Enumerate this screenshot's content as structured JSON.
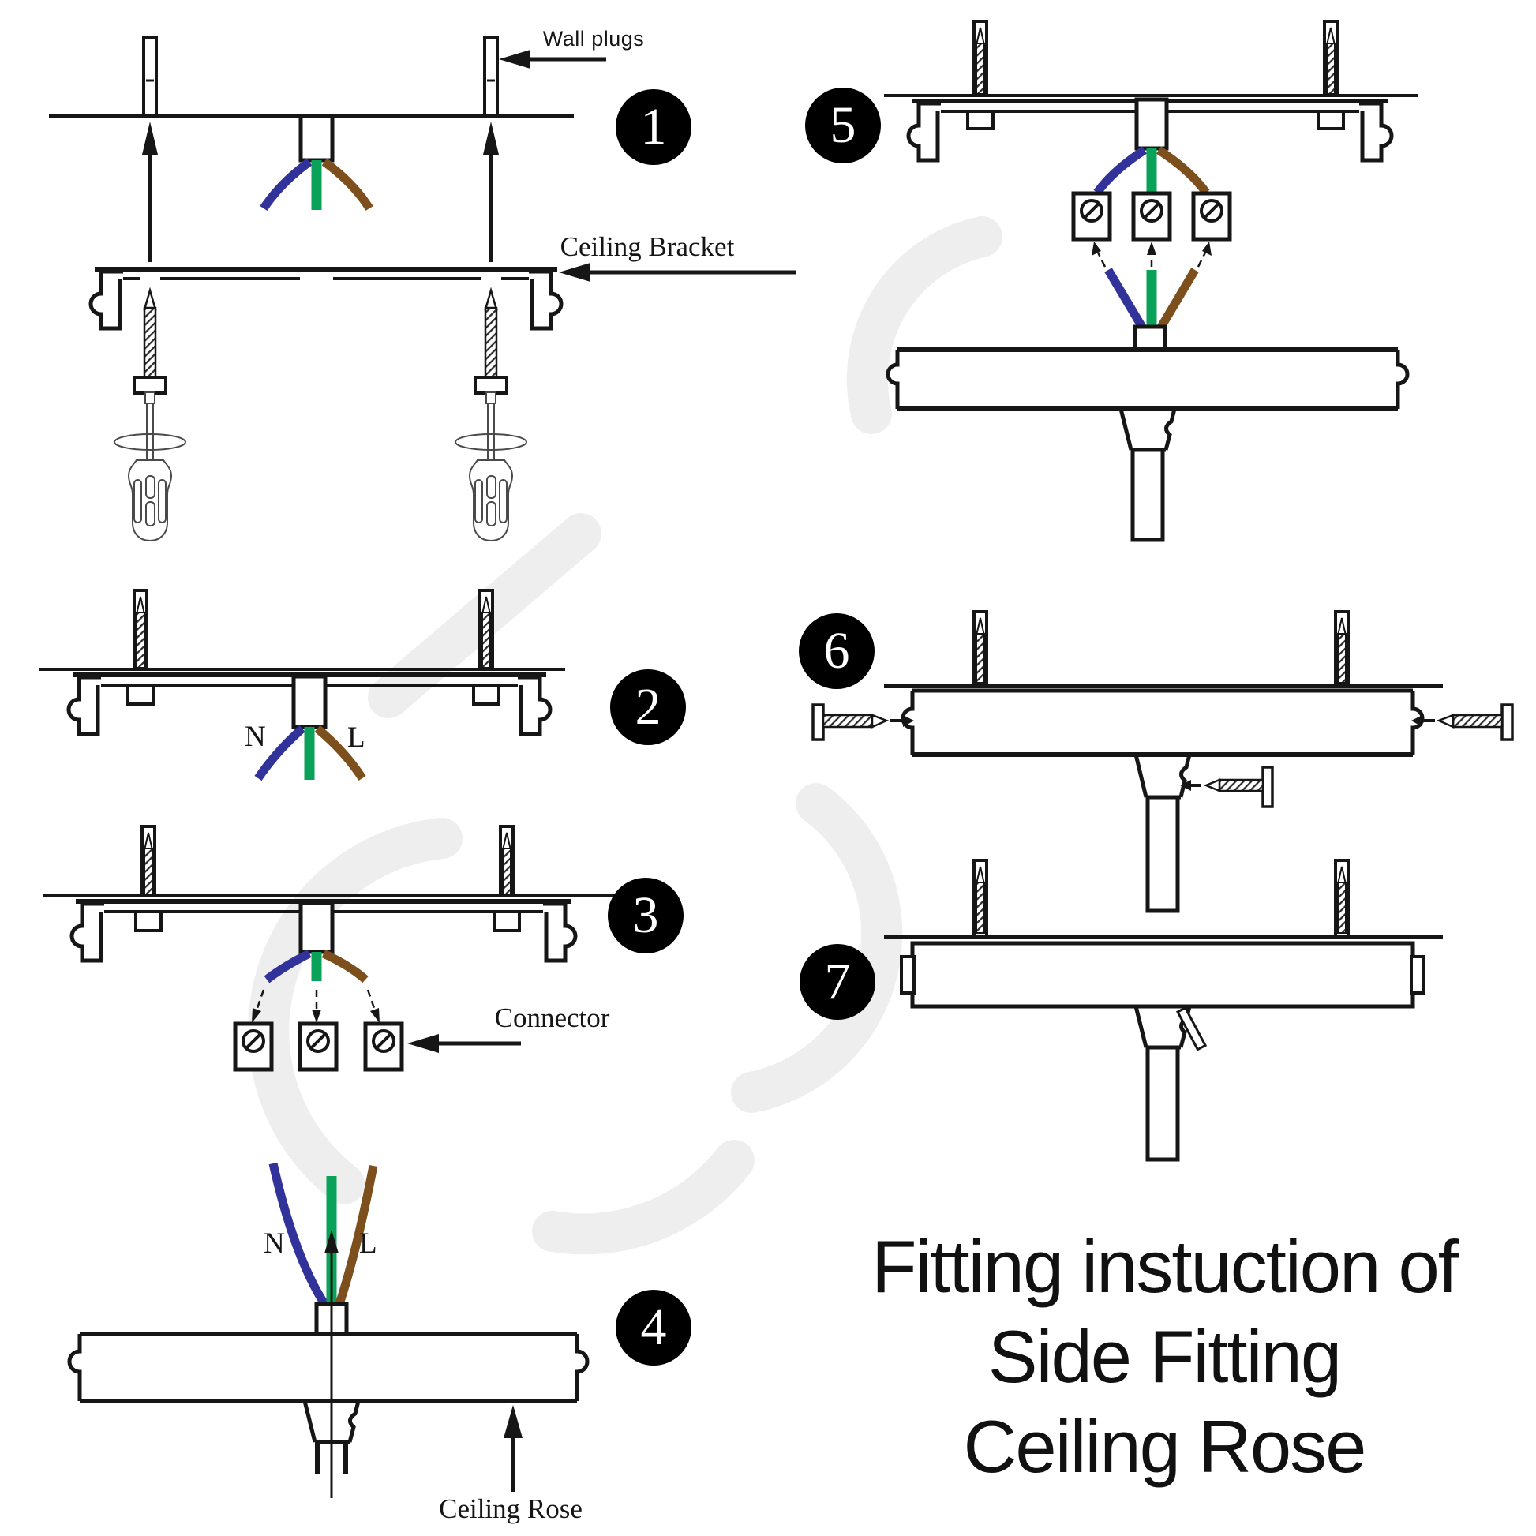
{
  "title": {
    "line1": "Fitting instuction of",
    "line2": "Side Fitting",
    "line3": "Ceiling Rose"
  },
  "annotations": {
    "wall_plugs": "Wall plugs",
    "ceiling_bracket": "Ceiling Bracket",
    "connector": "Connector",
    "ceiling_rose": "Ceiling Rose"
  },
  "wire_labels": {
    "neutral": "N",
    "live": "L"
  },
  "steps": [
    {
      "number": "1"
    },
    {
      "number": "2"
    },
    {
      "number": "3"
    },
    {
      "number": "4"
    },
    {
      "number": "5"
    },
    {
      "number": "6"
    },
    {
      "number": "7"
    }
  ],
  "colors": {
    "ink": "#161616",
    "wire_neutral_blue": "#31339b",
    "wire_earth_green": "#0aa258",
    "wire_live_brown": "#7c4f1d",
    "badge_background": "#000000",
    "badge_text": "#ffffff",
    "watermark_gray": "#eeeeee"
  }
}
